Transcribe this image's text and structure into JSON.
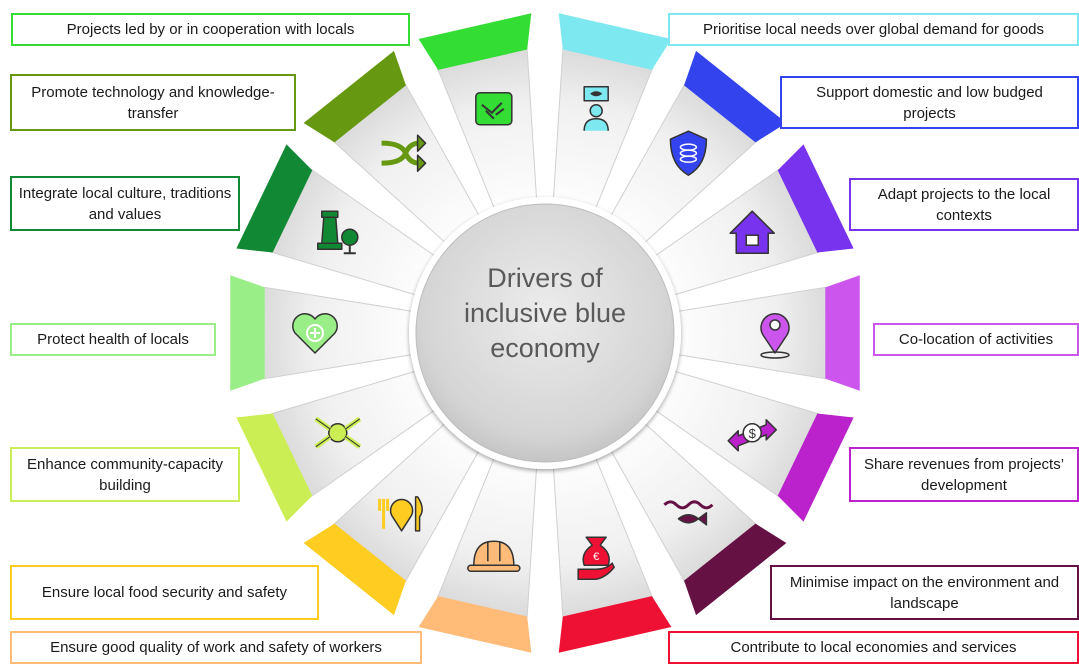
{
  "center": {
    "text": "Drivers of\ninclusive blue\neconomy"
  },
  "drivers": [
    {
      "label": "Projects led by or in cooperation with locals",
      "color": "#33dd33",
      "icon": "handshake-icon"
    },
    {
      "label": "Prioritise local needs over global demand for goods",
      "color": "#7ee8f0",
      "icon": "fish-shop-icon"
    },
    {
      "label": "Support domestic and low budged projects",
      "color": "#3344ee",
      "icon": "coin-shield-icon"
    },
    {
      "label": "Adapt projects to the local contexts",
      "color": "#7733ee",
      "icon": "house-icon"
    },
    {
      "label": "Co-location of activities",
      "color": "#cc55ee",
      "icon": "location-pin-icon"
    },
    {
      "label": "Share revenues from projects’ development",
      "color": "#bb22cc",
      "icon": "money-exchange-icon"
    },
    {
      "label": "Minimise impact on the environment and landscape",
      "color": "#661144",
      "icon": "fish-waves-icon"
    },
    {
      "label": "Contribute to local economies and services",
      "color": "#ee1133",
      "icon": "money-bag-hand-icon"
    },
    {
      "label": "Ensure good quality of work and safety of workers",
      "color": "#ffbb77",
      "icon": "hard-hat-icon"
    },
    {
      "label": "Ensure local food security and safety",
      "color": "#ffcc22",
      "icon": "fork-knife-pin-icon"
    },
    {
      "label": "Enhance community-capacity building",
      "color": "#ccee55",
      "icon": "joined-hands-icon"
    },
    {
      "label": "Protect health of locals",
      "color": "#99ee88",
      "icon": "health-heart-icon"
    },
    {
      "label": "Integrate local culture, traditions and values",
      "color": "#118833",
      "icon": "culture-statue-icon"
    },
    {
      "label": "Promote technology and knowledge-transfer",
      "color": "#669911",
      "icon": "crossing-arrows-icon"
    }
  ]
}
